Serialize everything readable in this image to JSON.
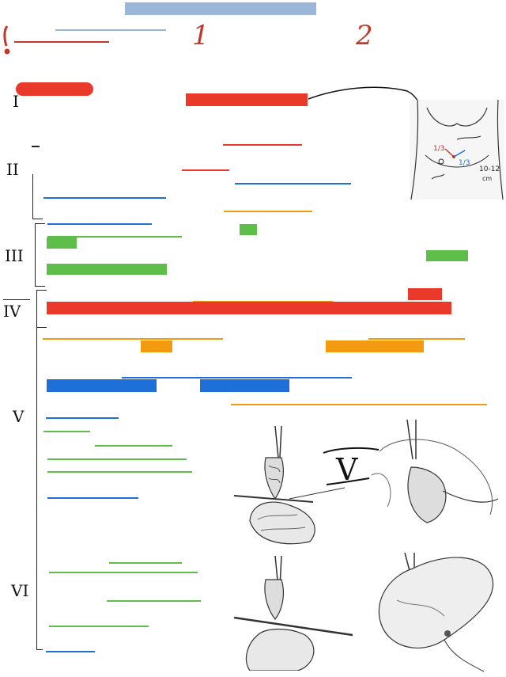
{
  "header": {
    "marks": [
      "1",
      "2"
    ],
    "mark_color": "#c0392b"
  },
  "sections": [
    {
      "id": "I",
      "label": "I"
    },
    {
      "id": "II",
      "label": "II"
    },
    {
      "id": "III",
      "label": "III"
    },
    {
      "id": "IV",
      "label": "IV"
    },
    {
      "id": "V",
      "label": "V"
    },
    {
      "id": "VI",
      "label": "VI"
    }
  ],
  "figure_labels": {
    "step_mark": "V",
    "diagram_notes": [
      "1/3",
      "1/3",
      "10-12",
      "cm"
    ]
  },
  "colors": {
    "red": "#e8392a",
    "green": "#5fbd4a",
    "blue": "#1f6fd8",
    "orange": "#f29a10",
    "light_blue": "#9bb6d8"
  }
}
